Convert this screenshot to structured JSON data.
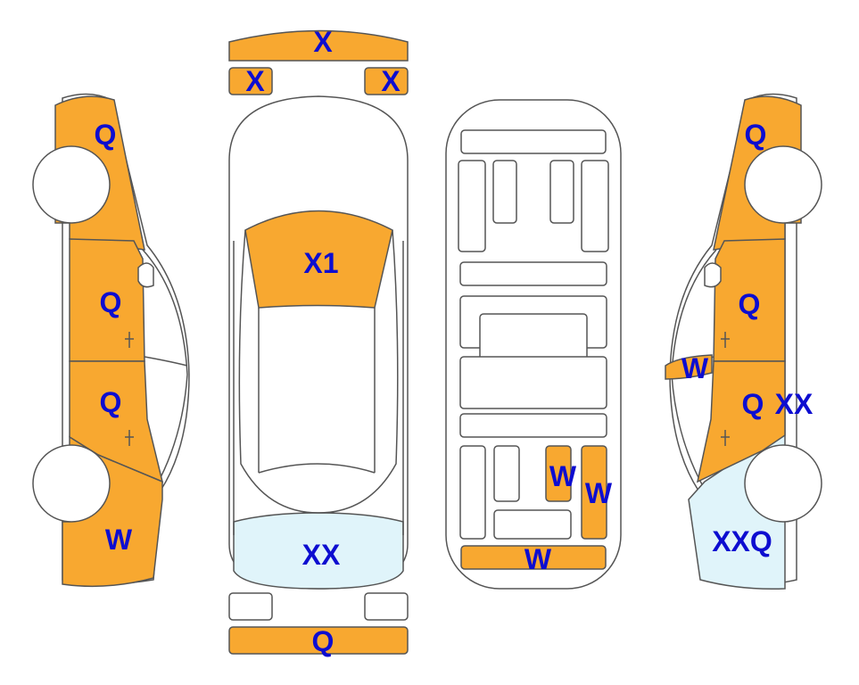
{
  "colors": {
    "damage_fill": "#f8a830",
    "light_fill": "#e0f4fa",
    "label": "#0d0dd0",
    "outline": "#555555"
  },
  "labels": {
    "roof_front": "X",
    "mirror_left": "X",
    "mirror_right": "X",
    "left_front_fender": "Q",
    "left_front_door": "Q",
    "left_rear_door": "Q",
    "left_rear_quarter": "W",
    "hood": "X1",
    "trunk_lid": "XX",
    "bumper_bottom": "Q",
    "floor_seat_1": "W",
    "floor_seat_2": "W",
    "floor_rear_bar": "W",
    "right_front_fender": "Q",
    "right_front_door": "Q",
    "right_mirror": "W",
    "right_rear_door_a": "Q",
    "right_rear_door_b": "XX",
    "right_rear_quarter": "XXQ"
  }
}
